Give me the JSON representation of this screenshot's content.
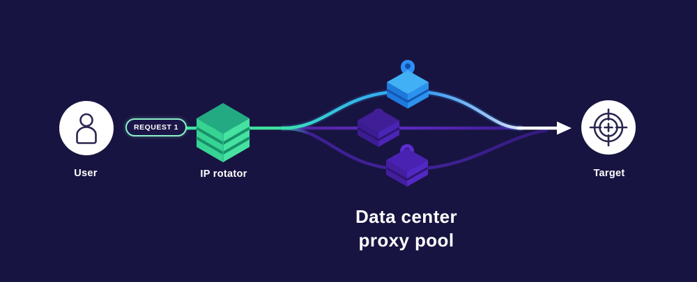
{
  "diagram": {
    "title_line1": "Data center",
    "title_line2": "proxy pool",
    "badge": {
      "label": "REQUEST 1"
    },
    "nodes": {
      "user": {
        "label": "User"
      },
      "ip_rotator": {
        "label": "IP rotator"
      },
      "target": {
        "label": "Target"
      }
    },
    "flow": [
      "User",
      "REQUEST 1",
      "IP rotator",
      "Data center proxy pool",
      "Target"
    ],
    "colors": {
      "background": "#181441",
      "accent_green": "#3fe2a0",
      "accent_teal_top_face": "#23aa82",
      "accent_cyan": "#35cfe0",
      "accent_blue": "#3f9ef2",
      "accent_purple_bright": "#5c2bc0",
      "accent_purple_dim": "#3a1f8f",
      "mint_border": "#8cf0c9",
      "node_circle": "#ffffff",
      "text": "#ffffff"
    }
  }
}
